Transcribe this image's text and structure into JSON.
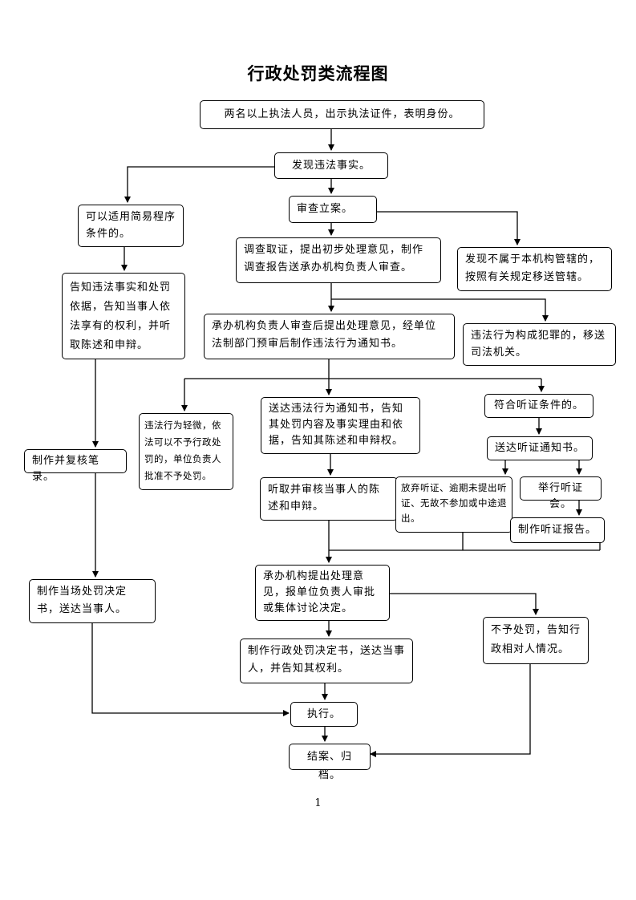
{
  "title": "行政处罚类流程图",
  "page_number": "1",
  "nodes": {
    "start": "两名以上执法人员，出示执法证件，表明身份。",
    "discover": "发现违法事实。",
    "simple_cond": "可以适用简易程序条件的。",
    "inform_simple": "告知违法事实和处罚依据，告知当事人依法享有的权利，并听取陈述和申辩。",
    "review_record": "制作并复核笔录。",
    "onsite_decision": "制作当场处罚决定书，送达当事人。",
    "file_case": "审查立案。",
    "investigate": "调查取证，提出初步处理意见，制作调查报告送承办机构负责人审查。",
    "not_jurisdiction": "发现不属于本机构管辖的，按照有关规定移送管辖。",
    "notice_prep": "承办机构负责人审查后提出处理意见，经单位法制部门预审后制作违法行为通知书。",
    "crime_transfer": "违法行为构成犯罪的，移送司法机关。",
    "minor": "违法行为轻微，依法可以不予行政处罚的，单位负责人批准不予处罚。",
    "deliver_notice": "送达违法行为通知书，告知其处罚内容及事实理由和依据，告知其陈述和申辩权。",
    "hearing_cond": "符合听证条件的。",
    "hearing_notice": "送达听证通知书。",
    "listen_review": "听取并审核当事人的陈述和申辩。",
    "waive_hearing": "放弃听证、逾期未提出听证、无故不参加或中途退出。",
    "hold_hearing": "举行听证会。",
    "hearing_report": "制作听证报告。",
    "propose_decision": "承办机构提出处理意见，报单位负责人审批或集体讨论决定。",
    "no_penalty": "不予处罚，告知行政相对人情况。",
    "penalty_decision": "制作行政处罚决定书，送达当事人，并告知其权利。",
    "execute": "执行。",
    "close_archive": "结案、归档。"
  }
}
